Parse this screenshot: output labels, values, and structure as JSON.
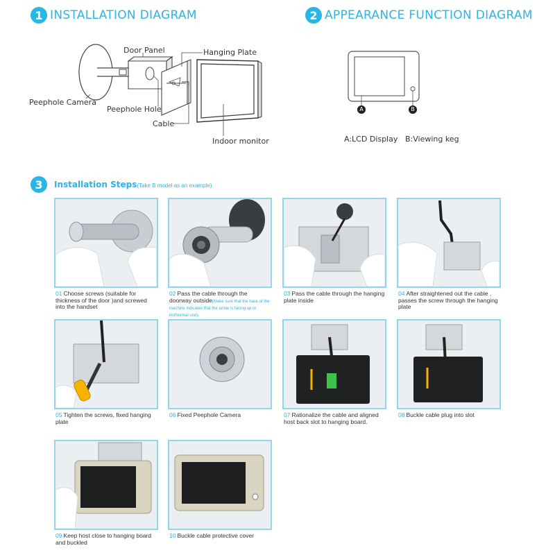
{
  "sections": {
    "s1": {
      "num": "1",
      "title": "INSTALLATION DIAGRAM"
    },
    "s2": {
      "num": "2",
      "title": "APPEARANCE FUNCTION DIAGRAM"
    },
    "s3": {
      "num": "3",
      "title": "Installation Steps",
      "subtitle": "(Take B model as an example)"
    }
  },
  "install_labels": {
    "door_panel": "Door Panel",
    "hanging_plate": "Hanging Plate",
    "peephole_camera": "Peephole Camera",
    "peephole_hole": "Peephole Hole",
    "cable": "Cable",
    "indoor_monitor": "Indoor monitor"
  },
  "appearance": {
    "marker_a": "A",
    "marker_b": "B",
    "label_a": "A:LCD Display",
    "label_b": "B:Viewing keg"
  },
  "steps": [
    {
      "num": "01",
      "text": "Choose screws (suitable for thickness of the door )and screwed into the handset"
    },
    {
      "num": "02",
      "text": "Pass the cable through the doorway outside",
      "note": "(Make sure that the back of the machine indicates that the arrow is facing up or notNormal use)",
      "note_end": "。"
    },
    {
      "num": "03",
      "text": "Pass the cable through the hanging plate inside"
    },
    {
      "num": "04",
      "text": "After straightened out the cable , passes the screw  through the hanging plate"
    },
    {
      "num": "05",
      "text": "Tighten the screws, fixed hanging plate"
    },
    {
      "num": "06",
      "text": "Fixed Peephole Camera"
    },
    {
      "num": "07",
      "text": "Rationalize the cable and aligned host back slot to hanging board."
    },
    {
      "num": "08",
      "text": "Buckle cable plug into slot"
    },
    {
      "num": "09",
      "text": "Keep host close to hanging board and buckled"
    },
    {
      "num": "10",
      "text": "Buckle cable protective cover"
    }
  ],
  "colors": {
    "accent": "#29b6e6",
    "photo_border": "#8fd6ee"
  }
}
